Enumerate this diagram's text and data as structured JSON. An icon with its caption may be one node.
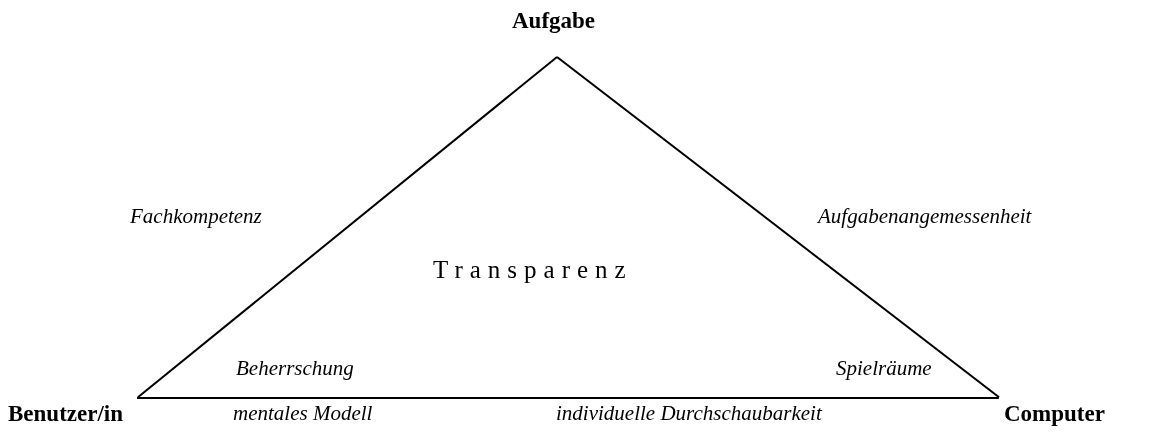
{
  "diagram": {
    "nodes": [
      {
        "text": [
          "Aufgabe"
        ]
      },
      {
        "text": [
          "Benutzer/in"
        ]
      },
      {
        "text": [
          "Computer"
        ]
      }
    ],
    "edges": [
      {
        "from": 0,
        "to": 1,
        "arrow": "none"
      },
      {
        "from": 0,
        "to": 2,
        "arrow": "none"
      },
      {
        "from": 1,
        "to": 2,
        "arrow": "none"
      }
    ],
    "labels": [
      "Fachkompetenz",
      "Aufgabenangemessenheit",
      "Transparenz",
      "Beherrschung",
      "Spielräume",
      "mentales Modell",
      "individuelle Durchschaubarkeit"
    ]
  }
}
